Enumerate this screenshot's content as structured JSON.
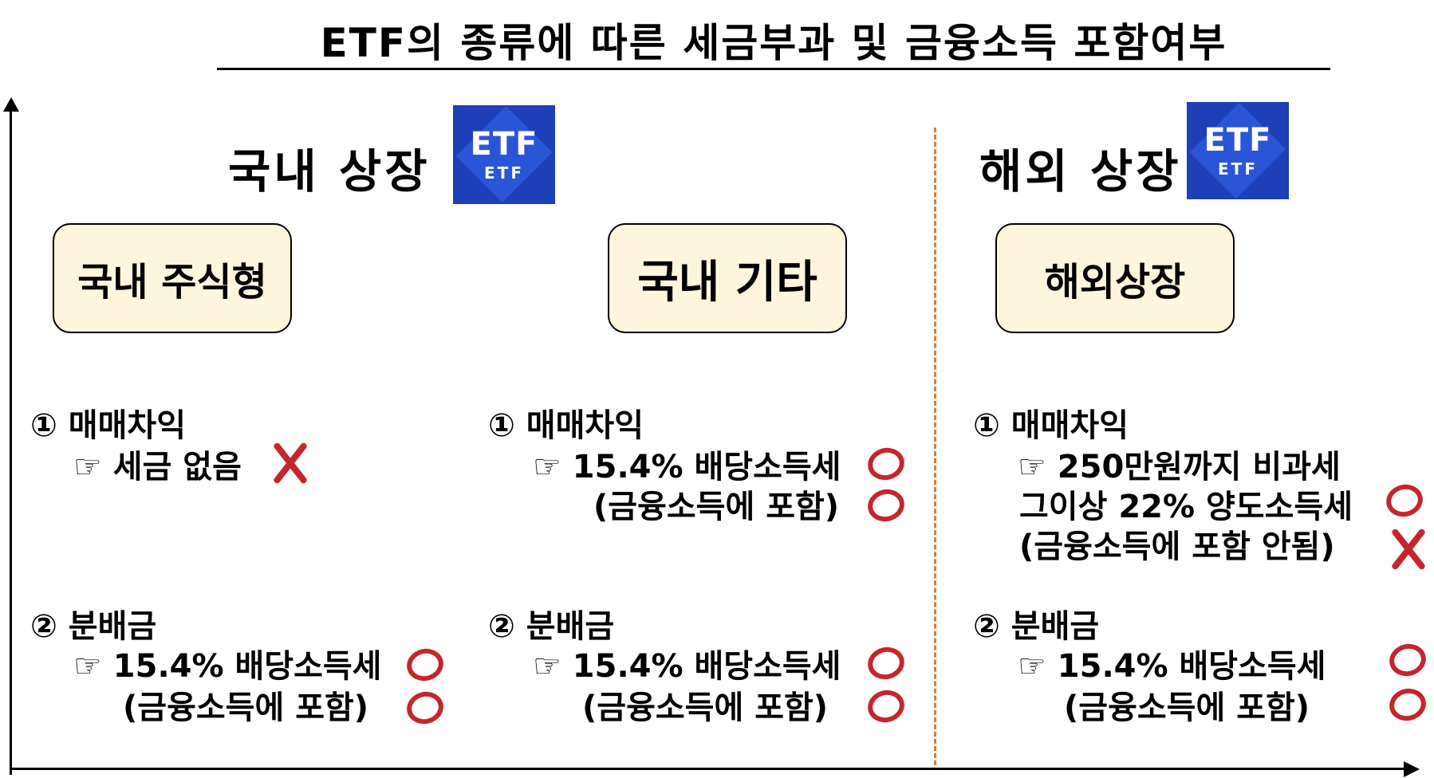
{
  "title": "ETF의 종류에 따른 세금부과 및 금융소득 포함여부",
  "colors": {
    "mark": "#c5252d",
    "divider": "#e07a2a",
    "category_bg": "#fdf6dc",
    "logo_bg": "#1d3fb8"
  },
  "sections": {
    "domestic": {
      "title": "국내 상장",
      "logo_big": "ETF",
      "logo_small": "ETF"
    },
    "overseas": {
      "title": "해외 상장",
      "logo_big": "ETF",
      "logo_small": "ETF"
    }
  },
  "columns": {
    "domestic_equity": {
      "category": "국내 주식형",
      "item1": {
        "head": "① 매매차익",
        "lines": [
          "☞ 세금 없음"
        ],
        "marks": [
          "x"
        ]
      },
      "item2": {
        "head": "② 분배금",
        "lines": [
          "☞ 15.4% 배당소득세",
          "(금융소득에 포함)"
        ],
        "marks": [
          "o",
          "o"
        ]
      }
    },
    "domestic_other": {
      "category": "국내 기타",
      "item1": {
        "head": "① 매매차익",
        "lines": [
          "☞ 15.4% 배당소득세",
          "(금융소득에 포함)"
        ],
        "marks": [
          "o",
          "o"
        ]
      },
      "item2": {
        "head": "② 분배금",
        "lines": [
          "☞ 15.4% 배당소득세",
          "(금융소득에 포함)"
        ],
        "marks": [
          "o",
          "o"
        ]
      }
    },
    "overseas_listed": {
      "category": "해외상장",
      "item1": {
        "head": "① 매매차익",
        "lines": [
          "☞ 250만원까지 비과세",
          "그이상 22% 양도소득세",
          "(금융소득에 포함 안됨)"
        ],
        "marks": [
          "o",
          "x"
        ]
      },
      "item2": {
        "head": "② 분배금",
        "lines": [
          "☞ 15.4% 배당소득세",
          "(금융소득에 포함)"
        ],
        "marks": [
          "o",
          "o"
        ]
      }
    }
  }
}
